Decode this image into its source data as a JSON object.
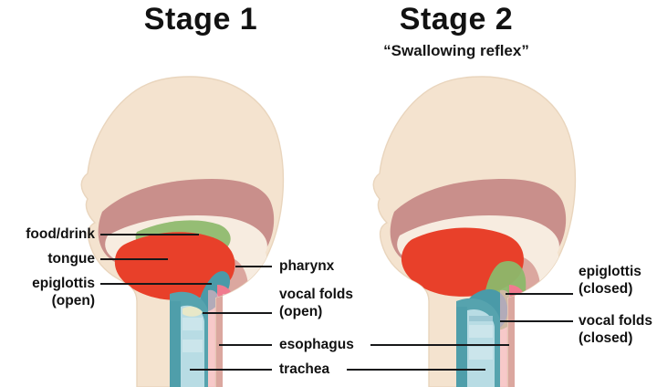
{
  "figure": {
    "kind": "anatomical-diagram",
    "subject": "Swallowing mechanism — sagittal view of head and neck",
    "panels": [
      {
        "id": "stage1",
        "title": "Stage 1",
        "subtitle": ""
      },
      {
        "id": "stage2",
        "title": "Stage 2",
        "subtitle": "“Swallowing reflex”"
      }
    ]
  },
  "labels": {
    "food_drink": "food/drink",
    "tongue": "tongue",
    "epiglottis_open_1": "epiglottis",
    "epiglottis_open_2": "(open)",
    "pharynx": "pharynx",
    "vocal_folds_open_1": "vocal folds",
    "vocal_folds_open_2": "(open)",
    "esophagus": "esophagus",
    "trachea": "trachea",
    "epiglottis_closed_1": "epiglottis",
    "epiglottis_closed_2": "(closed)",
    "vocal_folds_closed_1": "vocal folds",
    "vocal_folds_closed_2": "(closed)"
  },
  "palette": {
    "background": "#ffffff",
    "skull": "#f4e3cf",
    "skull_edge": "#e7d2b8",
    "cavity": "#c98f8b",
    "cavity_light": "#d9a39d",
    "soft_tissue": "#dba79f",
    "tongue": "#e8402a",
    "bolus_green": "#8cb86a",
    "epiglottis": "#4a9aa8",
    "larynx_teal": "#56a3ae",
    "trachea": "#b8dce4",
    "trachea_pale": "#cfe7ec",
    "esophagus": "#f07b8f",
    "esophagus_pale": "#f8b8c4",
    "leader": "#17181a",
    "text": "#111111"
  }
}
